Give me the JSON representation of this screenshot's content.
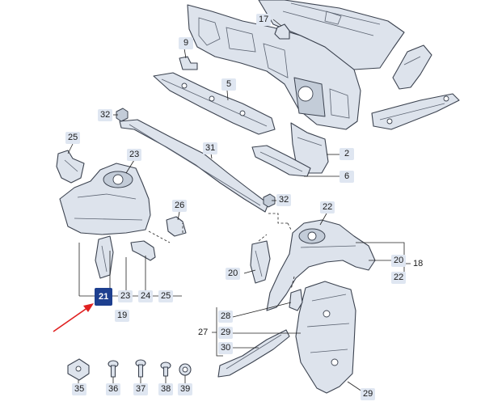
{
  "colors": {
    "highlight": "#1d3f8f",
    "callout_bg": "#dfe6f1",
    "arrow": "#e02020",
    "part_fill": "#dde3ec"
  },
  "callouts": {
    "c17": "17",
    "c9": "9",
    "c5": "5",
    "c32a": "32",
    "c25a": "25",
    "c23a": "23",
    "c31": "31",
    "c2": "2",
    "c6": "6",
    "c32b": "32",
    "c26": "26",
    "c22a": "22",
    "c20a": "20",
    "c18": "18",
    "c22b": "22",
    "c20b": "20",
    "c21": "21",
    "c23b": "23",
    "c24": "24",
    "c25b": "25",
    "c19": "19",
    "c28": "28",
    "c27": "27",
    "c29a": "29",
    "c30": "30",
    "c35": "35",
    "c36": "36",
    "c37": "37",
    "c38": "38",
    "c39": "39",
    "c29b": "29"
  }
}
